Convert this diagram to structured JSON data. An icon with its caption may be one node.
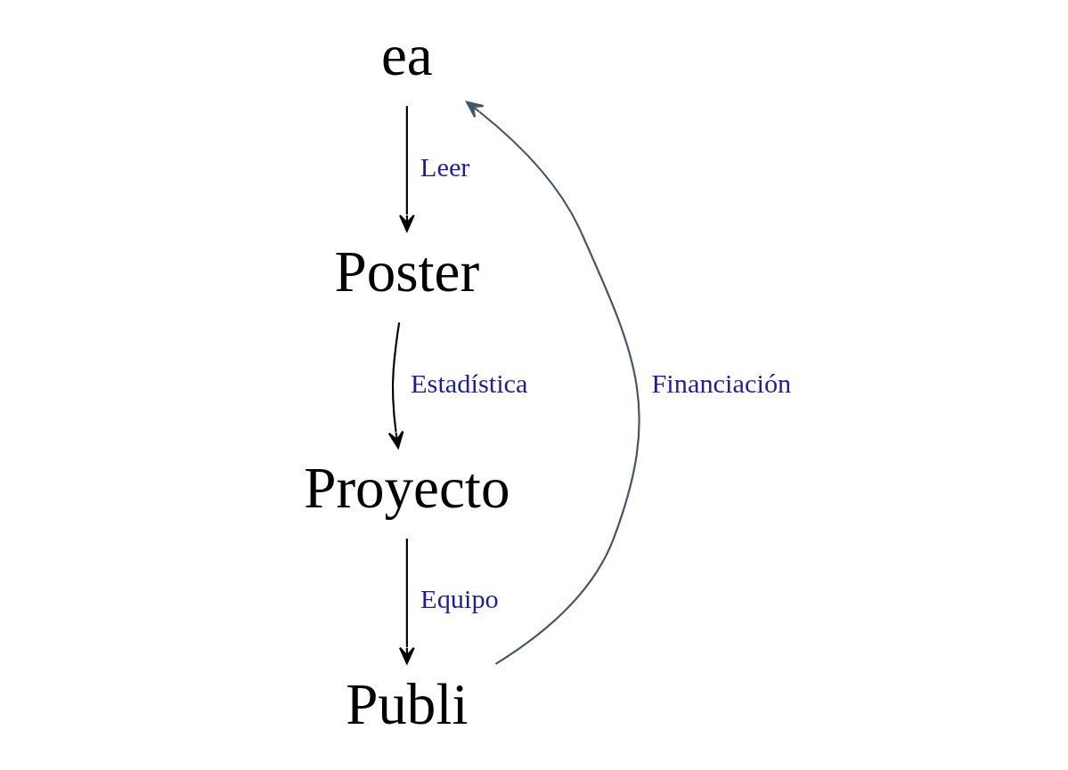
{
  "diagram": {
    "nodes": [
      {
        "text": [
          "ea"
        ]
      },
      {
        "text": [
          "Poster"
        ]
      },
      {
        "text": [
          "Proyecto"
        ]
      },
      {
        "text": [
          "Publi"
        ]
      }
    ],
    "edges": [
      {
        "from": 0,
        "to": 1,
        "arrow": "to",
        "label": "Leer"
      },
      {
        "from": 1,
        "to": 2,
        "arrow": "to",
        "label": "Estadística"
      },
      {
        "from": 2,
        "to": 3,
        "arrow": "to",
        "label": "Equipo"
      },
      {
        "from": 3,
        "to": 0,
        "arrow": "to",
        "label": "Financiación",
        "color": "#44546a"
      }
    ]
  }
}
